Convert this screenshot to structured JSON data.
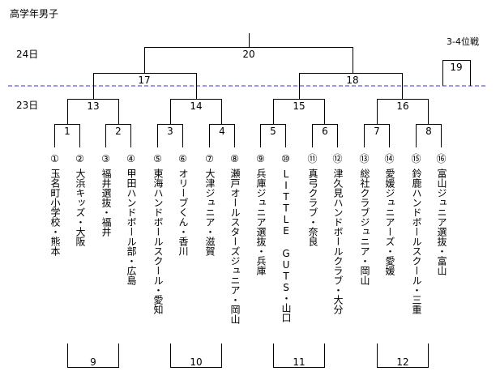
{
  "title": "高学年男子",
  "days": {
    "day24": "24日",
    "day23": "23日"
  },
  "third_place_label": "3-4位戦",
  "matches": {
    "m1": "1",
    "m2": "2",
    "m3": "3",
    "m4": "4",
    "m5": "5",
    "m6": "6",
    "m7": "7",
    "m8": "8",
    "m13": "13",
    "m14": "14",
    "m15": "15",
    "m16": "16",
    "m17": "17",
    "m18": "18",
    "m19": "19",
    "m20": "20",
    "m9": "9",
    "m10": "10",
    "m11": "11",
    "m12": "12"
  },
  "teams": [
    {
      "seed": "①",
      "name": "玉名町小学校・熊本"
    },
    {
      "seed": "②",
      "name": "大浜キッズ・大阪"
    },
    {
      "seed": "③",
      "name": "福井選抜・福井"
    },
    {
      "seed": "④",
      "name": "甲田ハンドボール部・広島"
    },
    {
      "seed": "⑤",
      "name": "東海ハンドボールスクール・愛知"
    },
    {
      "seed": "⑥",
      "name": "オリーブくん・香川"
    },
    {
      "seed": "⑦",
      "name": "大津ジュニア・滋賀"
    },
    {
      "seed": "⑧",
      "name": "瀬戸オールスターズジュニア・岡山"
    },
    {
      "seed": "⑨",
      "name": "兵庫ジュニア選抜・兵庫"
    },
    {
      "seed": "⑩",
      "name": "LITTLE GUTS・山口"
    },
    {
      "seed": "⑪",
      "name": "真弓クラブ・奈良"
    },
    {
      "seed": "⑫",
      "name": "津久見ハンドボールクラブ・大分"
    },
    {
      "seed": "⑬",
      "name": "総社クラブジュニア・岡山"
    },
    {
      "seed": "⑭",
      "name": "愛媛ジュニアーズ・愛媛"
    },
    {
      "seed": "⑮",
      "name": "鈴鹿ハンドボールスクール・三重"
    },
    {
      "seed": "⑯",
      "name": "富山ジュニア選抜・富山"
    }
  ]
}
